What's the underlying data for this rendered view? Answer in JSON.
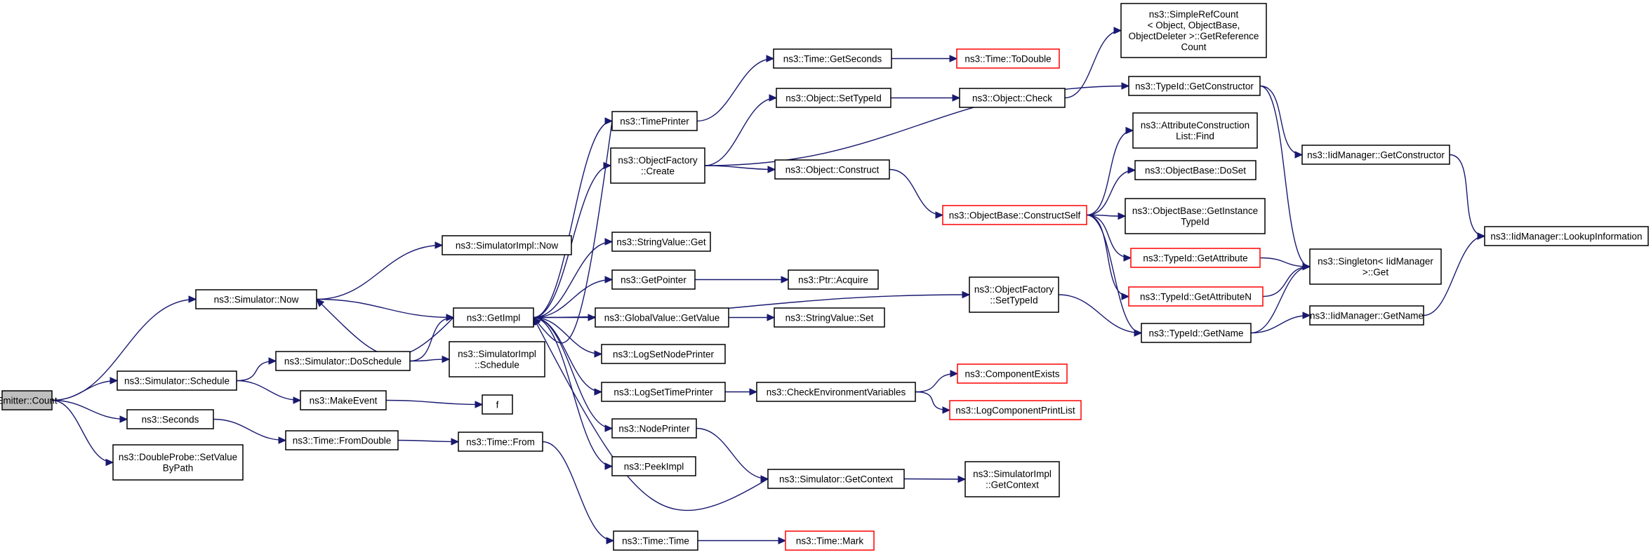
{
  "colors": {
    "edge": "#191970",
    "node_border": "#000000",
    "truncated_border": "#ff0000",
    "root_fill": "#bfbfbf",
    "node_fill": "#ffffff"
  },
  "nodes": [
    {
      "id": "root",
      "label": [
        "Emitter::Count"
      ],
      "root": true
    },
    {
      "id": "sim_now",
      "label": [
        "ns3::Simulator::Now"
      ]
    },
    {
      "id": "sim_sched",
      "label": [
        "ns3::Simulator::Schedule"
      ]
    },
    {
      "id": "seconds",
      "label": [
        "ns3::Seconds"
      ]
    },
    {
      "id": "dp_set",
      "label": [
        "ns3::DoubleProbe::SetValue",
        "ByPath"
      ]
    },
    {
      "id": "simimpl_now",
      "label": [
        "ns3::SimulatorImpl::Now"
      ]
    },
    {
      "id": "sim_dosched",
      "label": [
        "ns3::Simulator::DoSchedule"
      ]
    },
    {
      "id": "makeevent",
      "label": [
        "ns3::MakeEvent"
      ]
    },
    {
      "id": "t_fromdouble",
      "label": [
        "ns3::Time::FromDouble"
      ]
    },
    {
      "id": "getimpl",
      "label": [
        "ns3::GetImpl"
      ]
    },
    {
      "id": "simimpl_sched",
      "label": [
        "ns3::SimulatorImpl",
        "::Schedule"
      ]
    },
    {
      "id": "f",
      "label": [
        "f"
      ]
    },
    {
      "id": "t_from",
      "label": [
        "ns3::Time::From"
      ]
    },
    {
      "id": "timeprinter",
      "label": [
        "ns3::TimePrinter"
      ]
    },
    {
      "id": "of_create",
      "label": [
        "ns3::ObjectFactory",
        "::Create"
      ]
    },
    {
      "id": "sv_get",
      "label": [
        "ns3::StringValue::Get"
      ]
    },
    {
      "id": "getpointer",
      "label": [
        "ns3::GetPointer"
      ]
    },
    {
      "id": "gv_get",
      "label": [
        "ns3::GlobalValue::GetValue"
      ]
    },
    {
      "id": "lognodep",
      "label": [
        "ns3::LogSetNodePrinter"
      ]
    },
    {
      "id": "logtimep",
      "label": [
        "ns3::LogSetTimePrinter"
      ]
    },
    {
      "id": "nodeprinter",
      "label": [
        "ns3::NodePrinter"
      ]
    },
    {
      "id": "peekimpl",
      "label": [
        "ns3::PeekImpl"
      ]
    },
    {
      "id": "t_time",
      "label": [
        "ns3::Time::Time"
      ]
    },
    {
      "id": "t_getsec",
      "label": [
        "ns3::Time::GetSeconds"
      ]
    },
    {
      "id": "o_settid",
      "label": [
        "ns3::Object::SetTypeId"
      ]
    },
    {
      "id": "o_construct",
      "label": [
        "ns3::Object::Construct"
      ]
    },
    {
      "id": "ptr_acq",
      "label": [
        "ns3::Ptr::Acquire"
      ]
    },
    {
      "id": "sv_set",
      "label": [
        "ns3::StringValue::Set"
      ]
    },
    {
      "id": "checkenv",
      "label": [
        "ns3::CheckEnvironmentVariables"
      ]
    },
    {
      "id": "sim_getctx",
      "label": [
        "ns3::Simulator::GetContext"
      ]
    },
    {
      "id": "t_mark",
      "label": [
        "ns3::Time::Mark"
      ],
      "truncated": true
    },
    {
      "id": "t_todouble",
      "label": [
        "ns3::Time::ToDouble"
      ],
      "truncated": true
    },
    {
      "id": "o_check",
      "label": [
        "ns3::Object::Check"
      ]
    },
    {
      "id": "ob_cself",
      "label": [
        "ns3::ObjectBase::ConstructSelf"
      ],
      "truncated": true
    },
    {
      "id": "of_settid",
      "label": [
        "ns3::ObjectFactory",
        "::SetTypeId"
      ]
    },
    {
      "id": "compexists",
      "label": [
        "ns3::ComponentExists"
      ],
      "truncated": true
    },
    {
      "id": "logcpl",
      "label": [
        "ns3::LogComponentPrintList"
      ],
      "truncated": true
    },
    {
      "id": "simimpl_getctx",
      "label": [
        "ns3::SimulatorImpl",
        "::GetContext"
      ]
    },
    {
      "id": "srefcount",
      "label": [
        "ns3::SimpleRefCount",
        "< Object, ObjectBase,",
        "ObjectDeleter >::GetReference",
        "Count"
      ]
    },
    {
      "id": "tid_getctor",
      "label": [
        "ns3::TypeId::GetConstructor"
      ]
    },
    {
      "id": "acl_find",
      "label": [
        "ns3::AttributeConstruction",
        "List::Find"
      ]
    },
    {
      "id": "ob_doset",
      "label": [
        "ns3::ObjectBase::DoSet"
      ]
    },
    {
      "id": "ob_getinst",
      "label": [
        "ns3::ObjectBase::GetInstance",
        "TypeId"
      ]
    },
    {
      "id": "tid_getattr",
      "label": [
        "ns3::TypeId::GetAttribute"
      ],
      "truncated": true
    },
    {
      "id": "tid_getattrn",
      "label": [
        "ns3::TypeId::GetAttributeN"
      ],
      "truncated": true
    },
    {
      "id": "tid_getname",
      "label": [
        "ns3::TypeId::GetName"
      ]
    },
    {
      "id": "iid_getctor",
      "label": [
        "ns3::IidManager::GetConstructor"
      ]
    },
    {
      "id": "singleton",
      "label": [
        "ns3::Singleton< IidManager",
        ">::Get"
      ]
    },
    {
      "id": "iid_getname",
      "label": [
        "ns3::IidManager::GetName"
      ]
    },
    {
      "id": "iid_lookup",
      "label": [
        "ns3::IidManager::LookupInformation"
      ]
    }
  ],
  "edges": [
    [
      "root",
      "sim_now"
    ],
    [
      "root",
      "sim_sched"
    ],
    [
      "root",
      "seconds"
    ],
    [
      "root",
      "dp_set"
    ],
    [
      "sim_now",
      "simimpl_now"
    ],
    [
      "sim_now",
      "getimpl"
    ],
    [
      "sim_sched",
      "sim_dosched"
    ],
    [
      "sim_sched",
      "makeevent"
    ],
    [
      "seconds",
      "t_fromdouble"
    ],
    [
      "sim_dosched",
      "getimpl"
    ],
    [
      "sim_dosched",
      "simimpl_sched"
    ],
    [
      "makeevent",
      "f"
    ],
    [
      "t_fromdouble",
      "t_from"
    ],
    [
      "getimpl",
      "sim_now"
    ],
    [
      "getimpl",
      "timeprinter"
    ],
    [
      "getimpl",
      "of_create"
    ],
    [
      "getimpl",
      "sv_get"
    ],
    [
      "getimpl",
      "getpointer"
    ],
    [
      "getimpl",
      "gv_get"
    ],
    [
      "getimpl",
      "lognodep"
    ],
    [
      "getimpl",
      "logtimep"
    ],
    [
      "getimpl",
      "nodeprinter"
    ],
    [
      "getimpl",
      "peekimpl"
    ],
    [
      "getimpl",
      "of_settid"
    ],
    [
      "t_from",
      "t_time"
    ],
    [
      "timeprinter",
      "t_getsec"
    ],
    [
      "timeprinter",
      "getimpl"
    ],
    [
      "of_create",
      "o_settid"
    ],
    [
      "of_create",
      "o_construct"
    ],
    [
      "of_create",
      "tid_getctor"
    ],
    [
      "getpointer",
      "ptr_acq"
    ],
    [
      "gv_get",
      "sv_set"
    ],
    [
      "logtimep",
      "checkenv"
    ],
    [
      "nodeprinter",
      "sim_getctx"
    ],
    [
      "t_time",
      "t_mark"
    ],
    [
      "t_getsec",
      "t_todouble"
    ],
    [
      "o_settid",
      "o_check"
    ],
    [
      "o_construct",
      "ob_cself"
    ],
    [
      "checkenv",
      "compexists"
    ],
    [
      "checkenv",
      "logcpl"
    ],
    [
      "sim_getctx",
      "simimpl_getctx"
    ],
    [
      "sim_getctx",
      "getimpl"
    ],
    [
      "o_check",
      "srefcount"
    ],
    [
      "ob_cself",
      "acl_find"
    ],
    [
      "ob_cself",
      "ob_doset"
    ],
    [
      "ob_cself",
      "ob_getinst"
    ],
    [
      "ob_cself",
      "tid_getattr"
    ],
    [
      "ob_cself",
      "tid_getattrn"
    ],
    [
      "ob_cself",
      "tid_getname"
    ],
    [
      "of_settid",
      "tid_getname"
    ],
    [
      "tid_getctor",
      "iid_getctor"
    ],
    [
      "tid_getctor",
      "singleton"
    ],
    [
      "tid_getattr",
      "singleton"
    ],
    [
      "tid_getattrn",
      "singleton"
    ],
    [
      "tid_getname",
      "singleton"
    ],
    [
      "tid_getname",
      "iid_getname"
    ],
    [
      "iid_getctor",
      "iid_lookup"
    ],
    [
      "iid_getname",
      "iid_lookup"
    ]
  ]
}
